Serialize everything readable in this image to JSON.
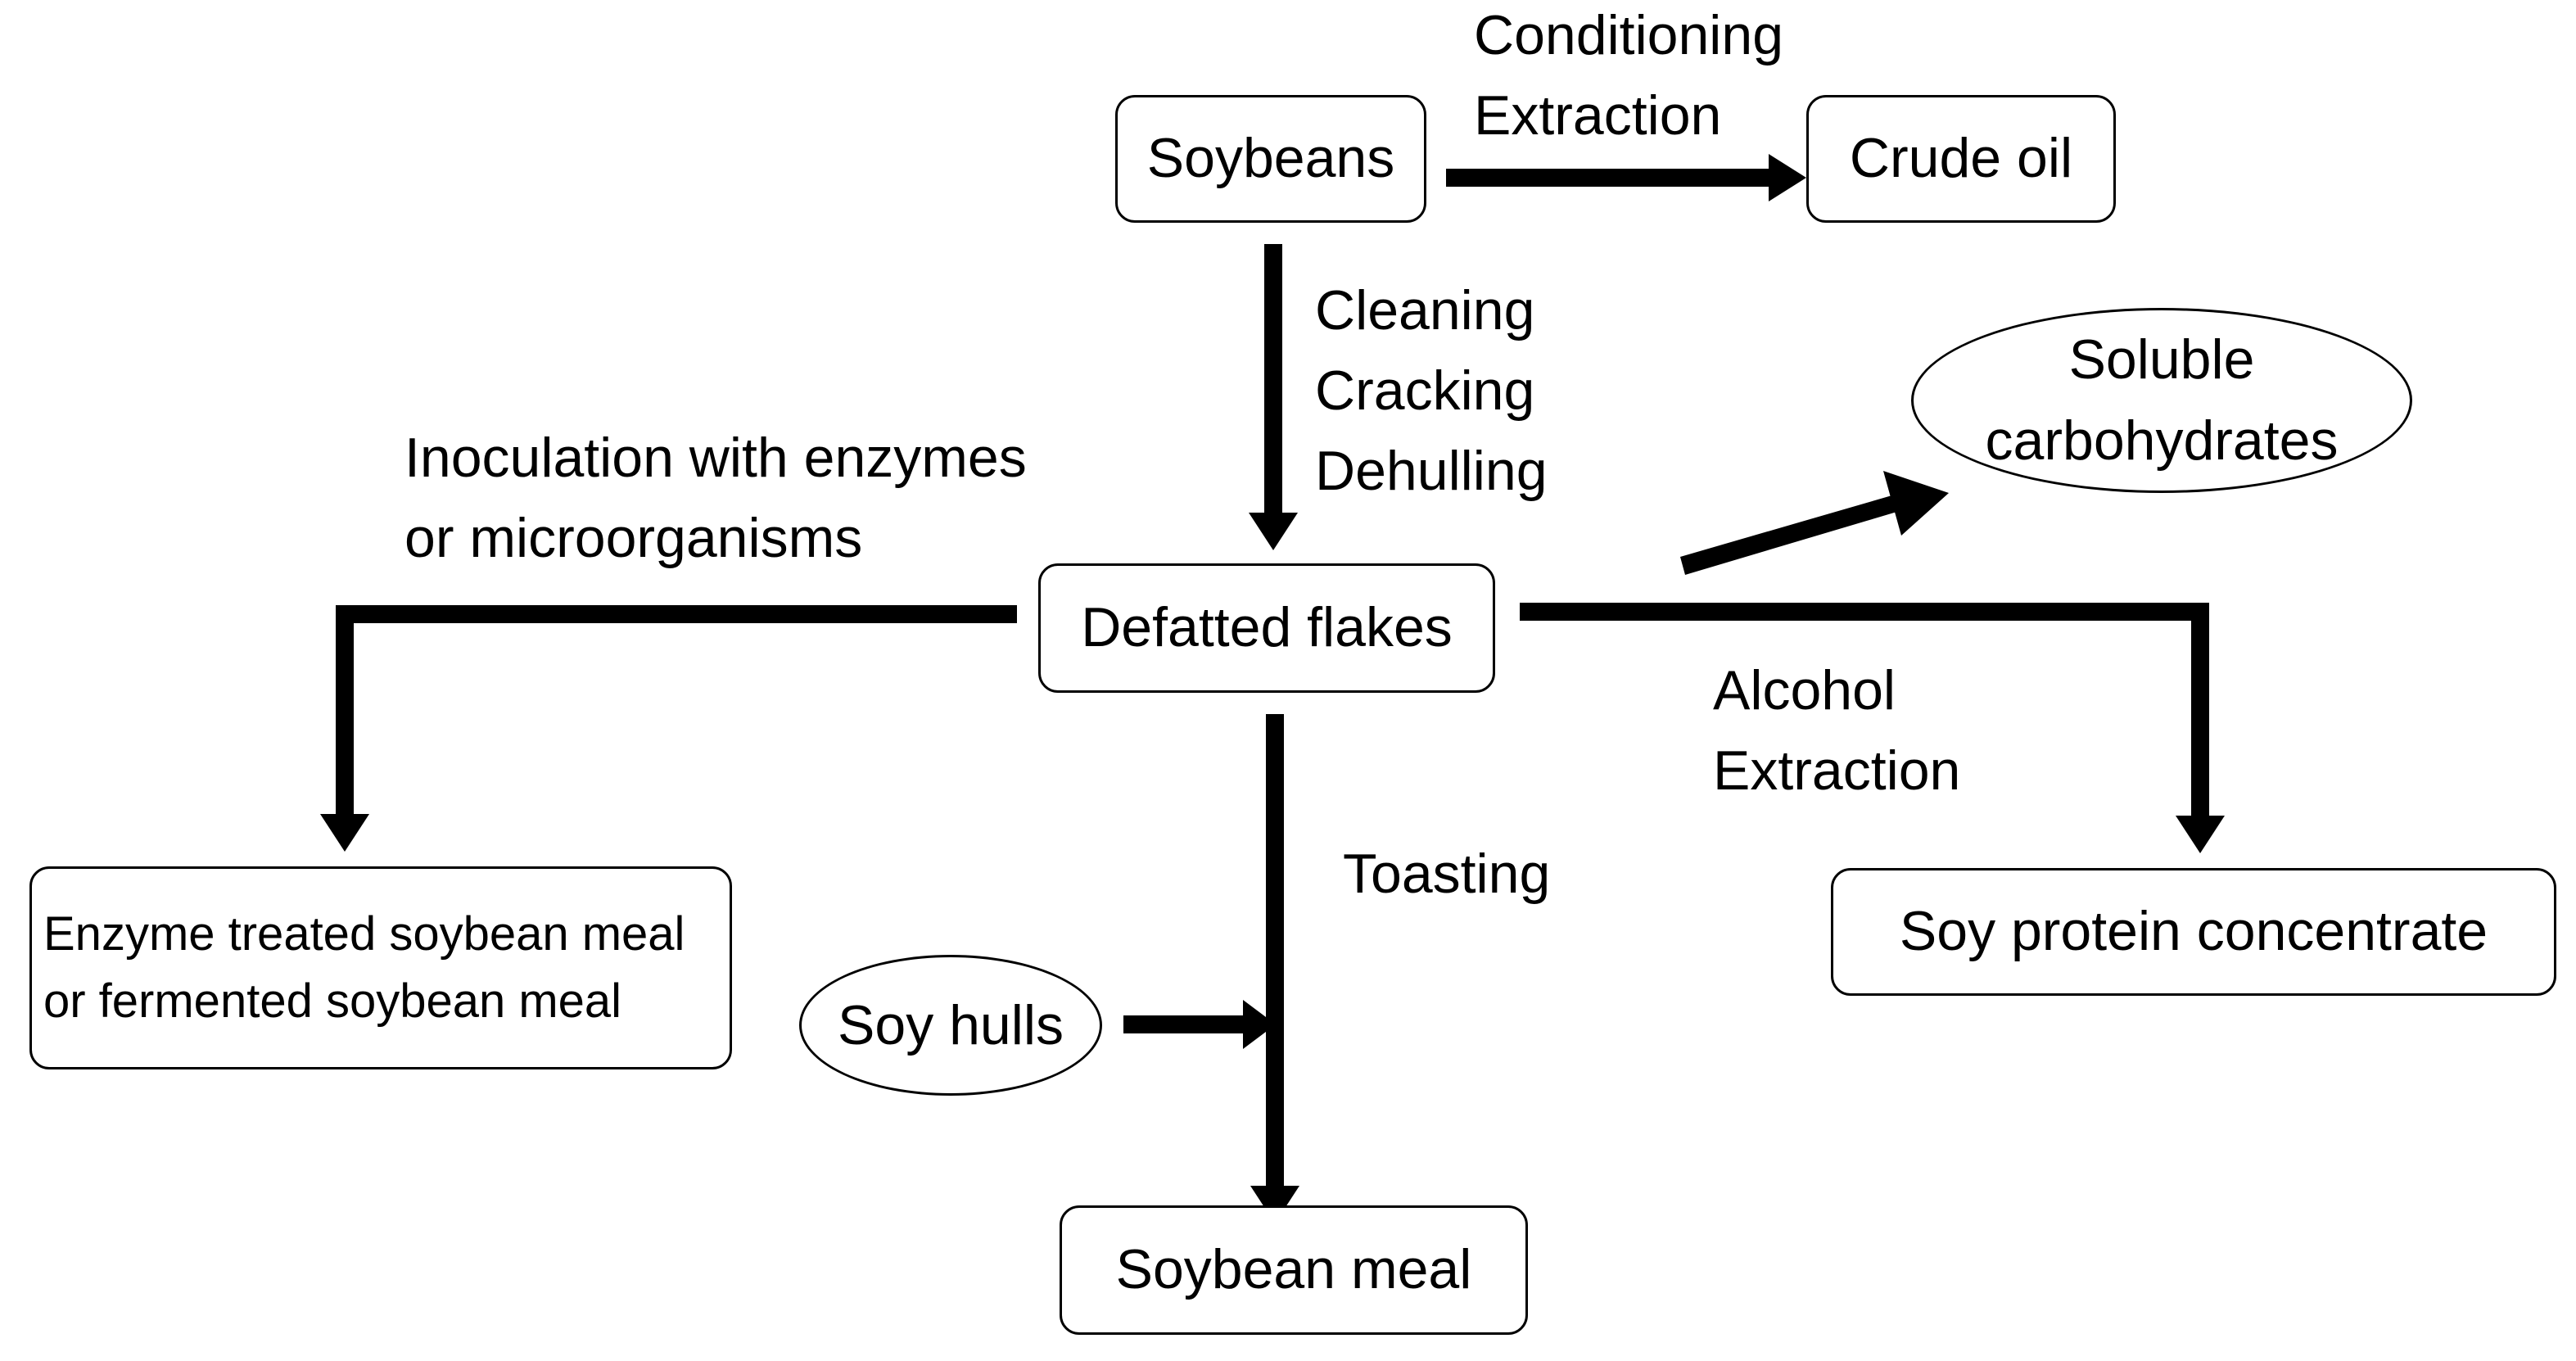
{
  "nodes": {
    "soybeans": "Soybeans",
    "crude_oil": "Crude oil",
    "defatted_flakes": "Defatted flakes",
    "soluble_carbohydrates": [
      "Soluble",
      "carbohydrates"
    ],
    "enzyme_treated": [
      "Enzyme treated soybean meal",
      "or fermented soybean meal"
    ],
    "soy_hulls": "Soy hulls",
    "soybean_meal": "Soybean meal",
    "soy_protein_concentrate": "Soy protein concentrate"
  },
  "process_labels": {
    "oil_extraction": [
      "Conditioning",
      "Extraction"
    ],
    "preparation": [
      "Cleaning",
      "Cracking",
      "Dehulling"
    ],
    "inoculation": [
      "Inoculation with enzymes",
      "or microorganisms"
    ],
    "alcohol_extraction": [
      "Alcohol",
      "Extraction"
    ],
    "toasting": "Toasting"
  },
  "colors": {
    "line": "#000000",
    "background": "#ffffff"
  }
}
